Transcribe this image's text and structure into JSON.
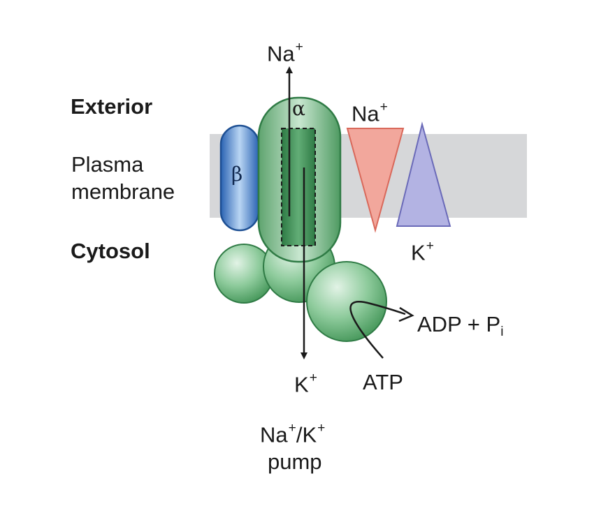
{
  "regions": {
    "exterior": "Exterior",
    "membrane_line1": "Plasma",
    "membrane_line2": "membrane",
    "cytosol": "Cytosol"
  },
  "subunits": {
    "alpha": "α",
    "beta": "β"
  },
  "ions": {
    "sodium_base": "Na",
    "potassium_base": "K",
    "charge": "+"
  },
  "reaction": {
    "atp": "ATP",
    "products_prefix": "ADP + P",
    "products_subscript": "i"
  },
  "caption": {
    "line1_na": "Na",
    "line1_sep": "/K",
    "line2": "pump"
  },
  "colors": {
    "membrane": "#d6d7d9",
    "alpha_subunit": "#5aa86a",
    "beta_subunit": "#2f6fc0",
    "na_gradient": "#f2a79c",
    "k_gradient": "#b3b3e3",
    "arrow": "#1a1a1a"
  }
}
